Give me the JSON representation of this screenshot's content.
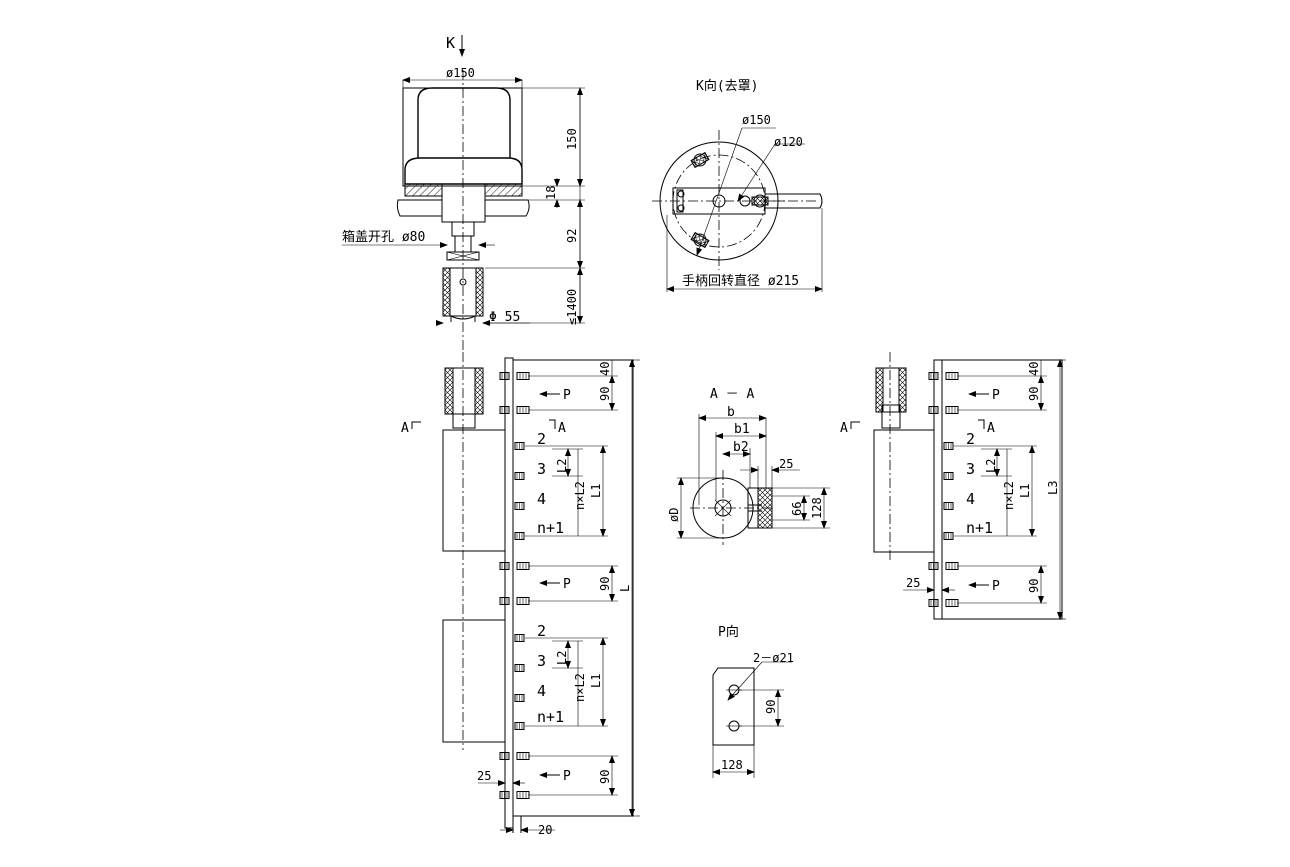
{
  "k_direction": "K",
  "top_view": {
    "dia_150": "ø150",
    "height_150": "150",
    "flange_18": "18",
    "height_92": "92",
    "height_1400": "≤1400",
    "cover_hole": "箱盖开孔 ø80",
    "phi_55": "Φ 55"
  },
  "k_view": {
    "title": "K向(去罩)",
    "dia_150": "ø150",
    "dia_120": "ø120",
    "handle_dia": "手柄回转直径  ø215"
  },
  "main_view": {
    "a_left": "A",
    "a_right": "A",
    "p_labels": [
      "P",
      "P",
      "P"
    ],
    "dim_40": "40",
    "dim_90": [
      "90",
      "90",
      "90"
    ],
    "numbers_group1": [
      "2",
      "3",
      "4",
      "n+1"
    ],
    "numbers_group2": [
      "2",
      "3",
      "4",
      "n+1"
    ],
    "l2": [
      "L2",
      "L2"
    ],
    "nxl2": [
      "n×L2",
      "n×L2"
    ],
    "l1": [
      "L1",
      "L1"
    ],
    "total_l": "L",
    "dim_25": "25",
    "dim_20": "20"
  },
  "section_aa": {
    "title": "A － A",
    "b": "b",
    "b1": "b1",
    "b2": "b2",
    "dim_25": "25",
    "dia_d": "øD",
    "dim_66": "66",
    "dim_128": "128"
  },
  "p_view": {
    "title": "P向",
    "holes": "2－ø21",
    "dim_90": "90",
    "dim_128": "128"
  },
  "right_view": {
    "a_left": "A",
    "a_right": "A",
    "p_labels": [
      "P",
      "P"
    ],
    "dim_40": "40",
    "dim_90": [
      "90",
      "90"
    ],
    "numbers": [
      "2",
      "3",
      "4",
      "n+1"
    ],
    "l2": "L2",
    "nxl2": "n×L2",
    "l1": "L1",
    "l3": "L3",
    "dim_25": "25"
  }
}
